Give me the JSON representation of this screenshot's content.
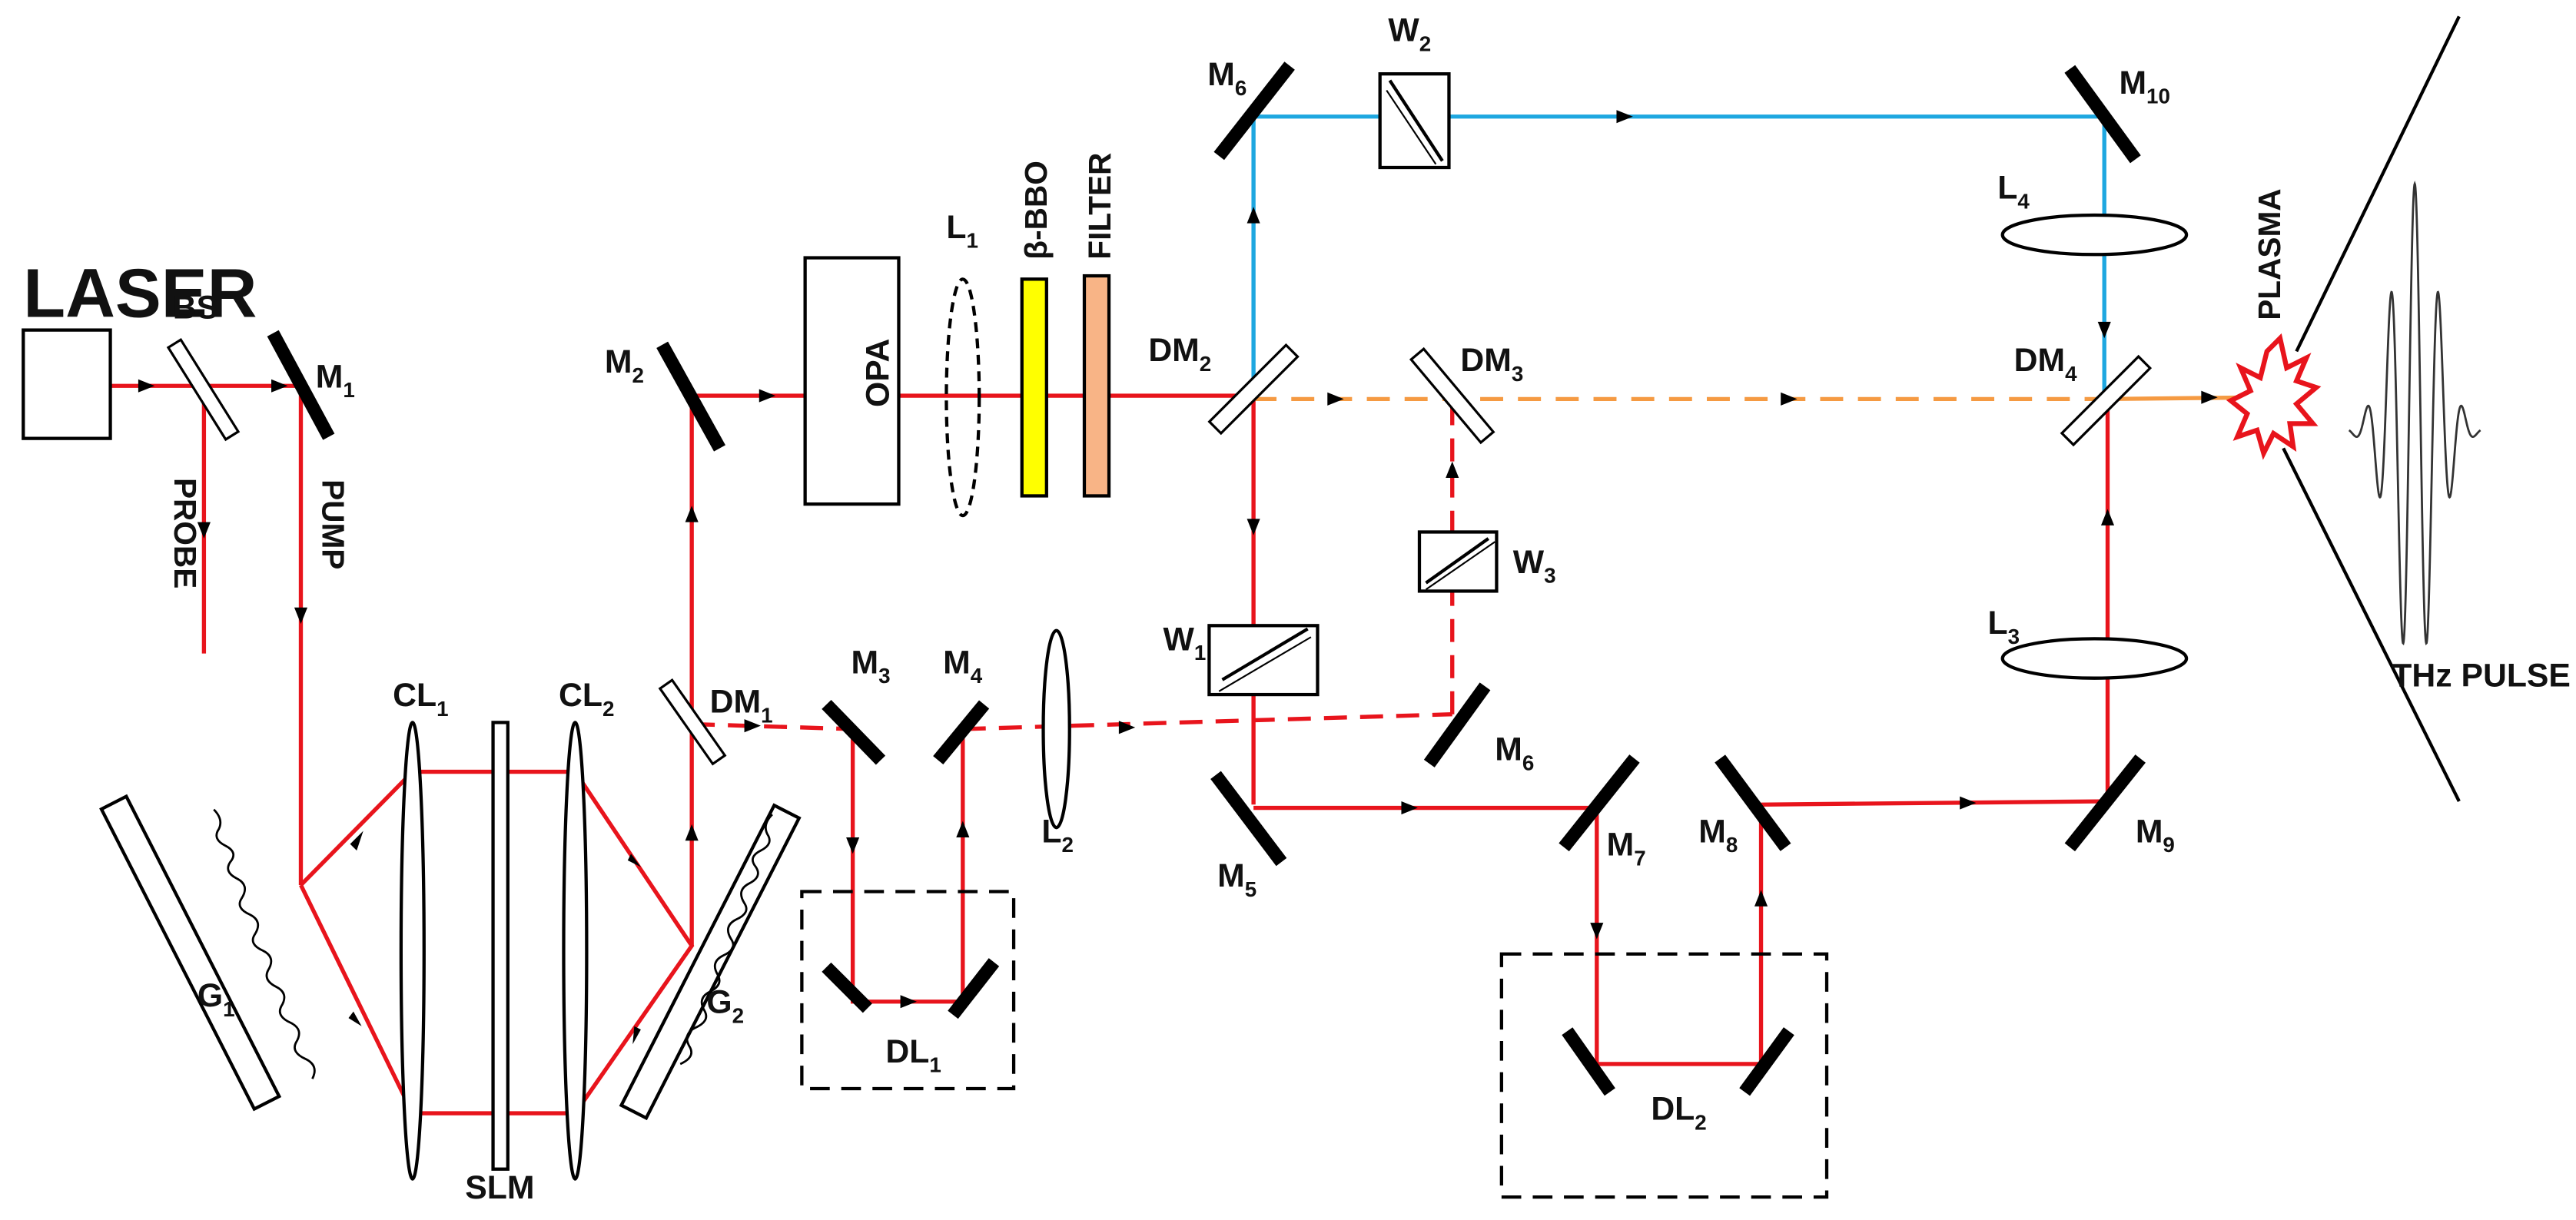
{
  "colors": {
    "red_beam": "#e8141c",
    "blue_beam": "#1ea7e0",
    "orange_beam": "#f59a42",
    "bbo_fill": "#ffff00",
    "filter_fill": "#f8b486",
    "plasma": "#e8141c"
  },
  "labels": {
    "laser": "LASER",
    "bs": "BS",
    "probe": "PROBE",
    "pump": "PUMP",
    "opa": "OPA",
    "bbo": "β-BBO",
    "filter": "FILTER",
    "slm": "SLM",
    "plasma": "PLASMA",
    "thz": "THz PULSE"
  },
  "subscripted": {
    "m1": {
      "main": "M",
      "sub": "1"
    },
    "m2": {
      "main": "M",
      "sub": "2"
    },
    "m3": {
      "main": "M",
      "sub": "3"
    },
    "m4": {
      "main": "M",
      "sub": "4"
    },
    "m5": {
      "main": "M",
      "sub": "5"
    },
    "m6a": {
      "main": "M",
      "sub": "6"
    },
    "m6b": {
      "main": "M",
      "sub": "6"
    },
    "m7": {
      "main": "M",
      "sub": "7"
    },
    "m8": {
      "main": "M",
      "sub": "8"
    },
    "m9": {
      "main": "M",
      "sub": "9"
    },
    "m10": {
      "main": "M",
      "sub": "10"
    },
    "cl1": {
      "main": "CL",
      "sub": "1"
    },
    "cl2": {
      "main": "CL",
      "sub": "2"
    },
    "g1": {
      "main": "G",
      "sub": "1"
    },
    "g2": {
      "main": "G",
      "sub": "2"
    },
    "dm1": {
      "main": "DM",
      "sub": "1"
    },
    "dm2": {
      "main": "DM",
      "sub": "2"
    },
    "dm3": {
      "main": "DM",
      "sub": "3"
    },
    "dm4": {
      "main": "DM",
      "sub": "4"
    },
    "l1": {
      "main": "L",
      "sub": "1"
    },
    "l2": {
      "main": "L",
      "sub": "2"
    },
    "l3": {
      "main": "L",
      "sub": "3"
    },
    "l4": {
      "main": "L",
      "sub": "4"
    },
    "w1": {
      "main": "W",
      "sub": "1"
    },
    "w2": {
      "main": "W",
      "sub": "2"
    },
    "w3": {
      "main": "W",
      "sub": "3"
    },
    "dl1": {
      "main": "DL",
      "sub": "1"
    },
    "dl2": {
      "main": "DL",
      "sub": "2"
    }
  }
}
